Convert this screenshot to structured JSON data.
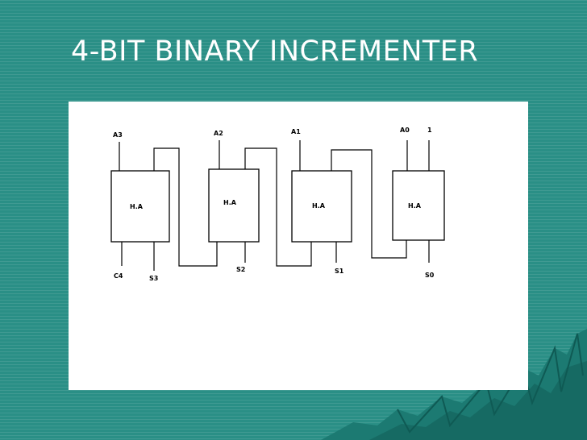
{
  "slide": {
    "title": "4-BIT BINARY INCREMENTER"
  },
  "diagram": {
    "blocks": [
      "H.A",
      "H.A",
      "H.A",
      "H.A"
    ],
    "inputs": [
      "A3",
      "A2",
      "A1",
      "A0",
      "1"
    ],
    "outputs": [
      "C4",
      "S3",
      "S2",
      "S1",
      "S0"
    ]
  },
  "colors": {
    "background": "#2a8f86",
    "title_text": "#ffffff",
    "panel": "#ffffff",
    "lines": "#000000"
  }
}
